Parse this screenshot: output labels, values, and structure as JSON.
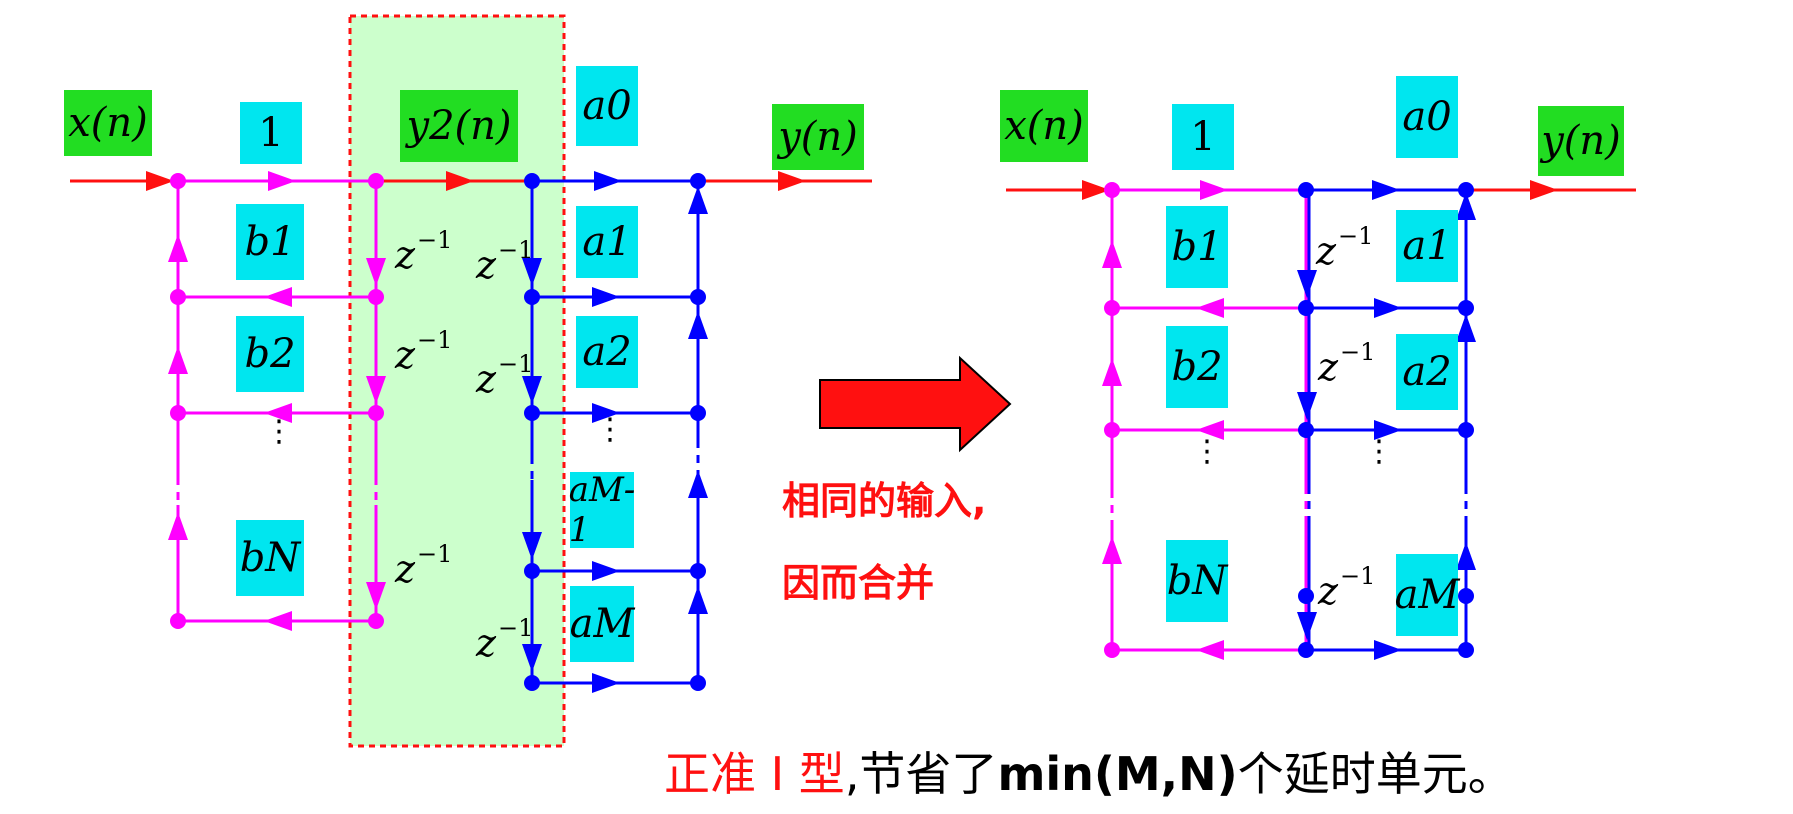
{
  "left_diagram": {
    "input_label": "x(n)",
    "output_label": "y(n)",
    "intermediate_label": "y2(n)",
    "gain_one": "1",
    "a_coeffs": [
      "a0",
      "a1",
      "a2",
      "aM-1",
      "aM"
    ],
    "b_coeffs": [
      "b1",
      "b2",
      "bN"
    ],
    "delay_label": "z",
    "delay_exp": "−1",
    "ellipsis": "⋮"
  },
  "right_diagram": {
    "input_label": "x(n)",
    "output_label": "y(n)",
    "gain_one": "1",
    "a_coeffs": [
      "a0",
      "a1",
      "a2",
      "aM"
    ],
    "b_coeffs": [
      "b1",
      "b2",
      "bN"
    ],
    "delay_label": "z",
    "delay_exp": "−1",
    "ellipsis": "⋮"
  },
  "note": {
    "line1": "相同的输入,",
    "line2": "因而合并"
  },
  "caption": {
    "part1": "正准 I 型",
    "part2": ",节省了",
    "part3": "min(M,N)",
    "part4": "个延时单元。"
  },
  "colors": {
    "red": "#ff1010",
    "magenta": "#ff00ff",
    "blue": "#0000ff",
    "label_green": "#22dd22",
    "label_cyan": "#00e6ef",
    "highlight": "#ccffcc"
  }
}
